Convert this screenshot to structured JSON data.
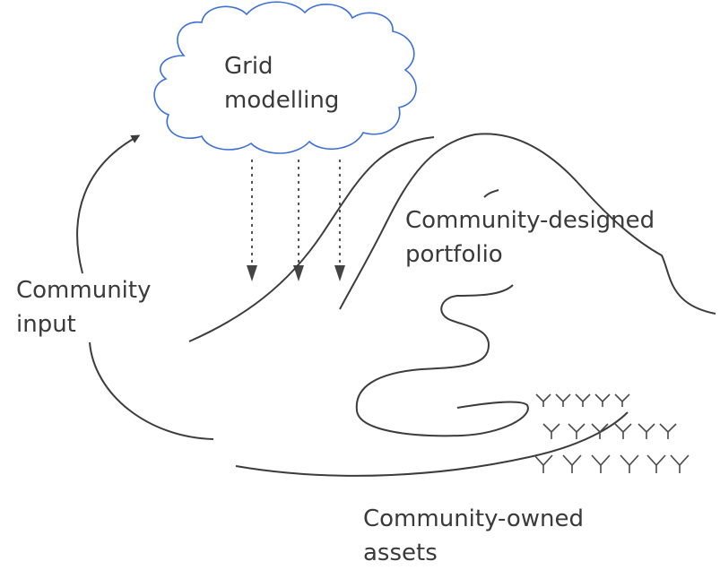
{
  "labels": {
    "cloud": [
      "Grid",
      "modelling"
    ],
    "community_input": [
      "Community",
      "input"
    ],
    "portfolio": [
      "Community-designed",
      "portfolio"
    ],
    "assets": [
      "Community-owned",
      "assets"
    ]
  },
  "colors": {
    "cloud_stroke": "#3d6fd8",
    "line": "#3c3c3c",
    "dotted_arrow": "#555555",
    "text": "#3a3a3a",
    "background": "#ffffff"
  },
  "asset_glyph": "Y"
}
